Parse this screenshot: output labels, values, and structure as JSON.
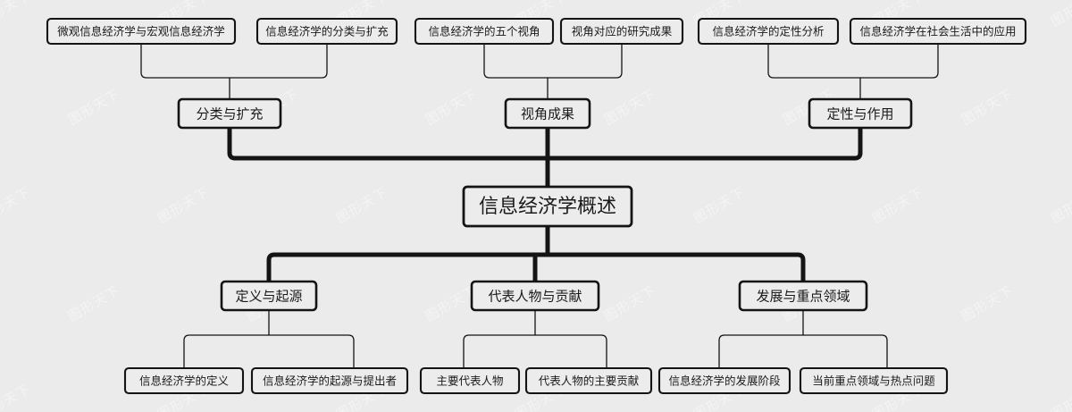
{
  "diagram": {
    "title": "信息经济学概述",
    "type": "mind-map",
    "watermark_text": "图形天下",
    "colors": {
      "background": "#ebebeb",
      "node_fill": "#ececec",
      "stroke": "#141414",
      "watermark": "#f4f4f4"
    },
    "root": {
      "label": "信息经济学概述"
    },
    "branches": [
      {
        "label": "分类与扩充"
      },
      {
        "label": "视角成果"
      },
      {
        "label": "定性与作用"
      },
      {
        "label": "定义与起源"
      },
      {
        "label": "代表人物与贡献"
      },
      {
        "label": "发展与重点领域"
      }
    ],
    "leaves_top": [
      {
        "label": "微观信息经济学与宏观信息经济学"
      },
      {
        "label": "信息经济学的分类与扩充"
      },
      {
        "label": "信息经济学的五个视角"
      },
      {
        "label": "视角对应的研究成果"
      },
      {
        "label": "信息经济学的定性分析"
      },
      {
        "label": "信息经济学在社会生活中的应用"
      }
    ],
    "leaves_bottom": [
      {
        "label": "信息经济学的定义"
      },
      {
        "label": "信息经济学的起源与提出者"
      },
      {
        "label": "主要代表人物"
      },
      {
        "label": "代表人物的主要贡献"
      },
      {
        "label": "信息经济学的发展阶段"
      },
      {
        "label": "当前重点领域与热点问题"
      }
    ]
  }
}
